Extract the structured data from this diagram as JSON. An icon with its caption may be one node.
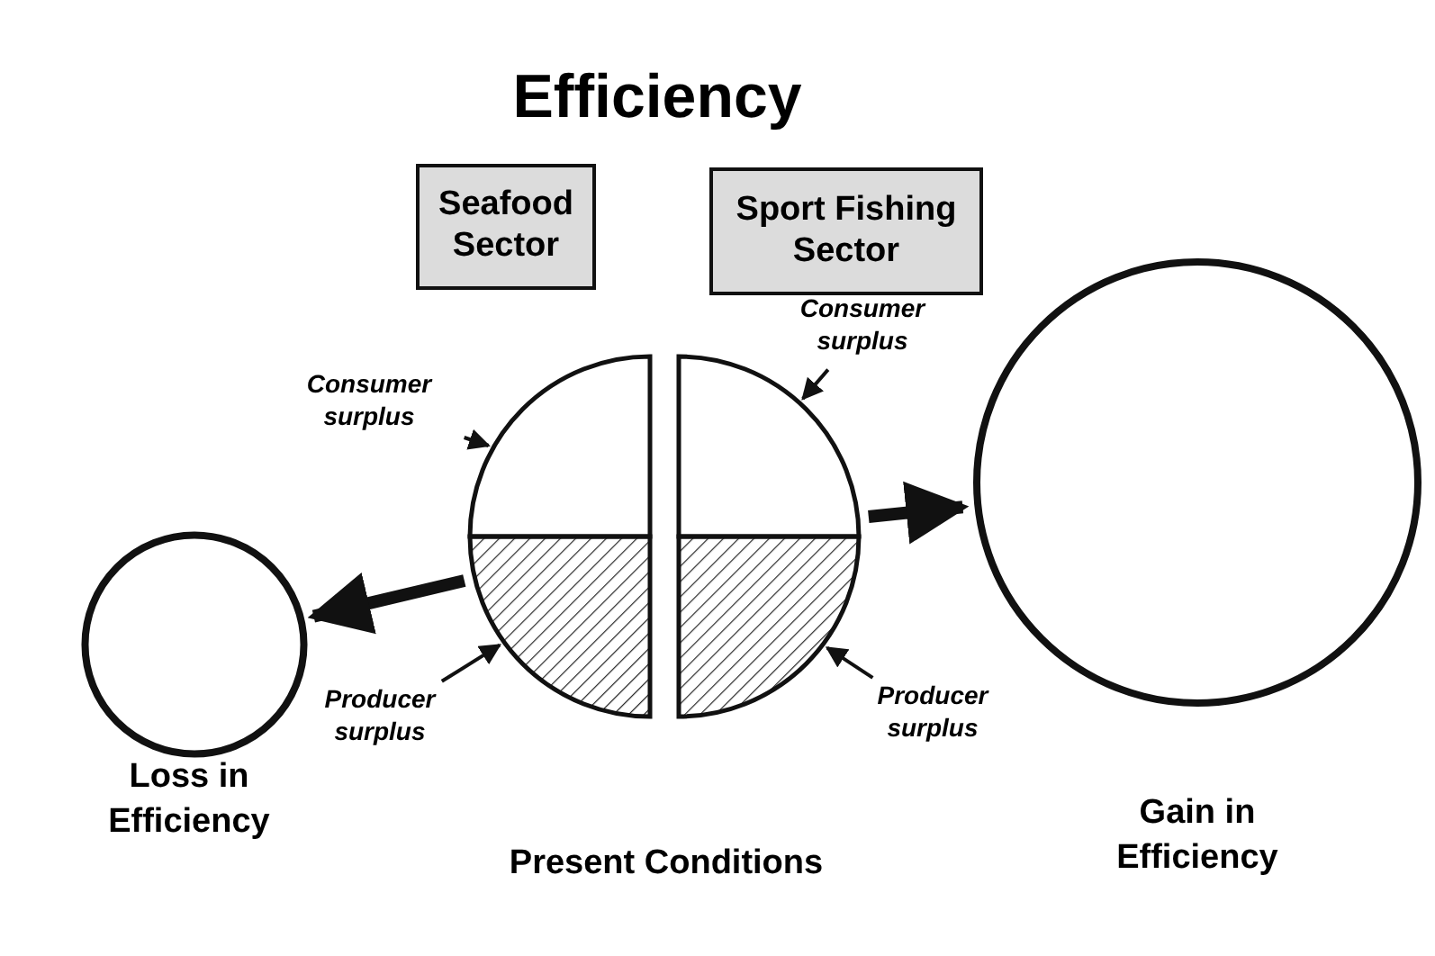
{
  "diagram": {
    "title": "Efficiency",
    "nodes": [
      {
        "text": [
          "Seafood Sector"
        ]
      },
      {
        "text": [
          "Sport Fishing Sector"
        ]
      },
      {
        "text": [
          "Consumer surplus"
        ]
      },
      {
        "text": [],
        "shape": "wedge"
      },
      {
        "text": [],
        "shape": "wedge"
      },
      {
        "text": [],
        "shape": "wedge"
      },
      {
        "text": [],
        "shape": "wedge"
      },
      {
        "text": [
          "Consumer surplus"
        ]
      },
      {
        "text": [
          "Producer surplus"
        ]
      },
      {
        "text": [
          "Producer surplus"
        ]
      },
      {
        "text": [],
        "shape": "circle",
        "beside": [
          "Loss in Efficiency"
        ]
      },
      {
        "text": [],
        "shape": "circle",
        "beside": [
          "Gain in Efficiency"
        ]
      }
    ],
    "edges": [
      {
        "from": 2,
        "to": 3,
        "arrow": "to"
      },
      {
        "from": 7,
        "to": 5,
        "arrow": "to"
      },
      {
        "from": 8,
        "to": 4,
        "arrow": "to"
      },
      {
        "from": 9,
        "to": 6,
        "arrow": "to"
      },
      {
        "from": 4,
        "to": 10,
        "arrow": "to",
        "style": "thick"
      },
      {
        "from": 5,
        "to": 11,
        "arrow": "to",
        "style": "thick"
      }
    ],
    "labels": [
      "Present Conditions"
    ]
  }
}
